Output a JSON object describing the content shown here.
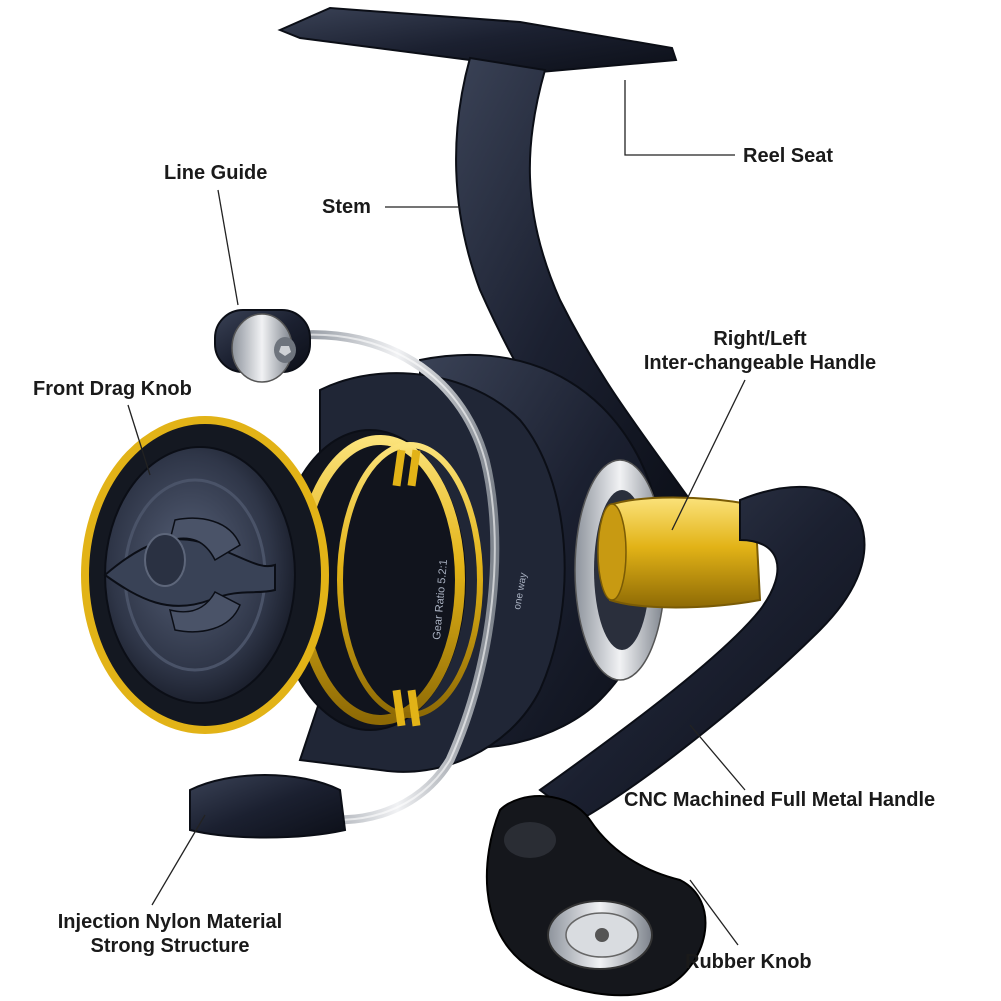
{
  "diagram": {
    "labels": {
      "reel_seat": "Reel Seat",
      "stem": "Stem",
      "line_guide": "Line Guide",
      "front_drag_knob": "Front Drag Knob",
      "handle_line1": "Right/Left",
      "handle_line2": "Inter-changeable Handle",
      "cnc_handle": "CNC Machined Full Metal Handle",
      "nylon_line1": "Injection Nylon Material",
      "nylon_line2": "Strong Structure",
      "rubber_knob": "Rubber Knob"
    },
    "spool_text": {
      "gear_ratio": "Gear Ratio 5.2:1",
      "one_way": "one way"
    },
    "colors": {
      "body_dark": "#1b2030",
      "body_mid": "#2c3346",
      "gold": "#e2b317",
      "gold_dark": "#9c7608",
      "chrome": "#c9ccd2",
      "spool_face": "#3a4255",
      "label_text": "#1a1a1a"
    }
  }
}
